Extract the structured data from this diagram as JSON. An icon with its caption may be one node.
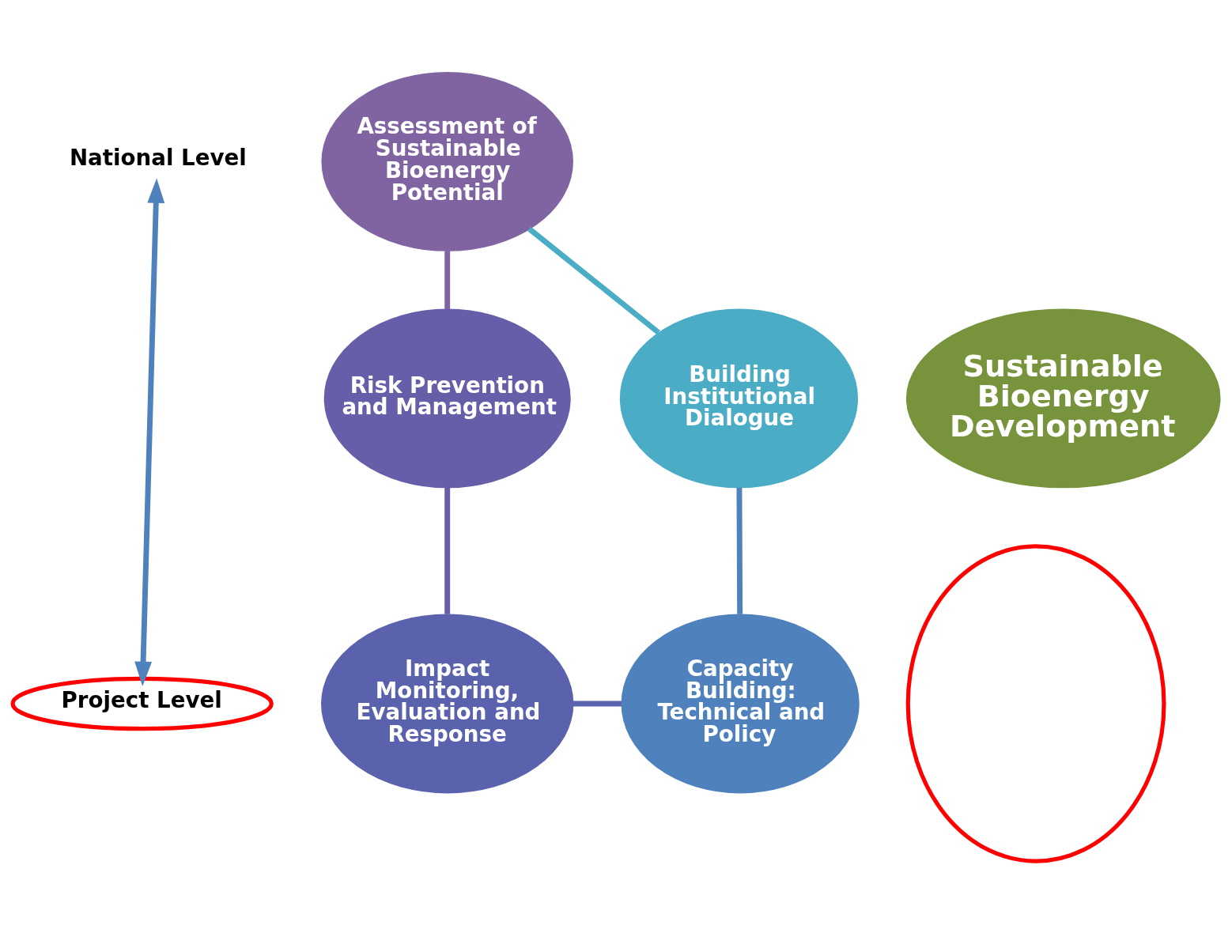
{
  "diagram": {
    "nodes": [
      {
        "text": [
          "National Level"
        ]
      },
      {
        "text": [
          "Assessment of Sustainable Bioenergy Potential"
        ]
      },
      {
        "text": [
          "Building Institutional Dialogue"
        ]
      },
      {
        "text": [],
        "shape": "ellipse"
      },
      {
        "text": [
          "Risk Prevention and Management"
        ]
      },
      {
        "text": [
          "Sustainable Bioenergy Development"
        ]
      },
      {
        "text": [
          "Project Level"
        ]
      },
      {
        "text": [
          "Capacity Building: Technical and Policy"
        ]
      },
      {
        "text": [
          "Impact Monitoring, Evaluation and Response"
        ]
      }
    ],
    "edges": [
      {
        "from": 0,
        "to": 6,
        "arrow": "both"
      },
      {
        "from": 1,
        "to": 4,
        "arrow": "none",
        "color": "#8064a2"
      },
      {
        "from": 4,
        "to": 8,
        "arrow": "none",
        "color": "#665ea8"
      },
      {
        "from": 8,
        "to": 7,
        "arrow": "none",
        "color": "#5b62ad"
      },
      {
        "from": 7,
        "to": 2,
        "arrow": "none",
        "color": "#4f81bd"
      },
      {
        "from": 2,
        "to": 1,
        "arrow": "none",
        "color": "#4bacc6"
      }
    ]
  }
}
